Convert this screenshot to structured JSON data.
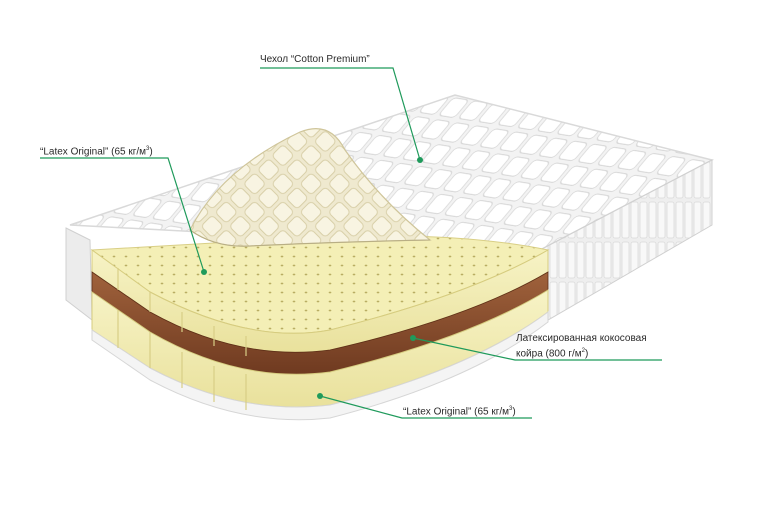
{
  "labels": {
    "cover": "Чехол “Cotton Premium”",
    "latex_top": "“Latex Original” (65 кг/м",
    "latex_top_unit_sup": "3",
    "latex_top_close": ")",
    "coir_line1": "Латексированная кокосовая",
    "coir_line2": "койра (800 г/м",
    "coir_unit_sup": "2",
    "coir_close": ")",
    "latex_bottom": "“Latex Original” (65 кг/м",
    "latex_bottom_unit_sup": "3",
    "latex_bottom_close": ")"
  },
  "colors": {
    "leader_line": "#1f9a5b",
    "cover_fabric": "#f2f2f2",
    "latex": "#f3eeb3",
    "coir": "#8a4a2a"
  }
}
